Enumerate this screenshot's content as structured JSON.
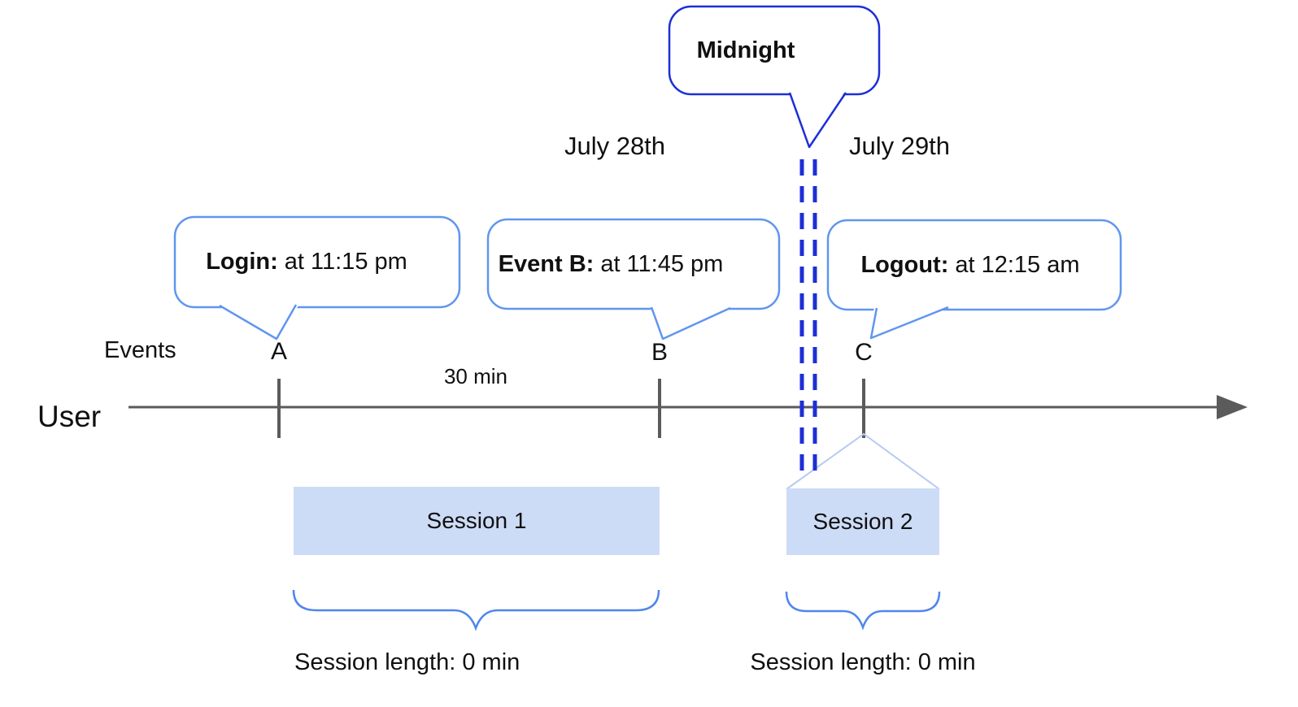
{
  "colors": {
    "deep_blue": "#1c2fd6",
    "callout_stroke": "#6096ee",
    "brace_stroke": "#4e86ec",
    "funnel_stroke": "#b6cbf2",
    "session_fill": "#cddcf6",
    "axis_gray": "#5b5b5b",
    "text_black": "#101010"
  },
  "callouts": {
    "midnight": {
      "label": "Midnight"
    },
    "login": {
      "label": "Login:",
      "detail": "at 11:15 pm"
    },
    "event_b": {
      "label": "Event B:",
      "detail": "at 11:45 pm"
    },
    "logout": {
      "label": "Logout:",
      "detail": "at 12:15 am"
    }
  },
  "dates": {
    "before_midnight": "July 28th",
    "after_midnight": "July 29th"
  },
  "timeline": {
    "row_label": "User",
    "events_label": "Events",
    "markers": [
      "A",
      "B",
      "C"
    ],
    "interval_label": "30 min"
  },
  "sessions": [
    {
      "name": "Session 1",
      "length_label": "Session length: 0 min"
    },
    {
      "name": "Session 2",
      "length_label": "Session length: 0 min"
    }
  ]
}
